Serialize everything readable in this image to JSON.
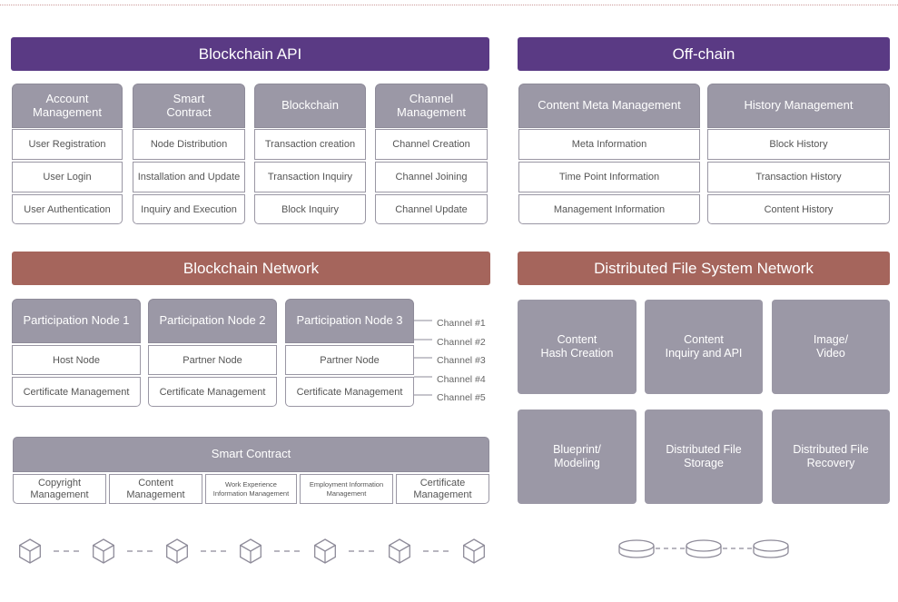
{
  "api": {
    "title": "Blockchain API",
    "columns": [
      {
        "header": "Account\nManagement",
        "items": [
          "User Registration",
          "User Login",
          "User Authentication"
        ]
      },
      {
        "header": "Smart\nContract",
        "items": [
          "Node Distribution",
          "Installation and Update",
          "Inquiry and Execution"
        ]
      },
      {
        "header": "Blockchain",
        "items": [
          "Transaction creation",
          "Transaction Inquiry",
          "Block Inquiry"
        ]
      },
      {
        "header": "Channel\nManagement",
        "items": [
          "Channel Creation",
          "Channel Joining",
          "Channel Update"
        ]
      }
    ]
  },
  "offchain": {
    "title": "Off-chain",
    "columns": [
      {
        "header": "Content Meta Management",
        "items": [
          "Meta Information",
          "Time Point Information",
          "Management Information"
        ]
      },
      {
        "header": "History Management",
        "items": [
          "Block History",
          "Transaction History",
          "Content History"
        ]
      }
    ]
  },
  "network": {
    "title": "Blockchain Network",
    "nodes": [
      {
        "header": "Participation Node 1",
        "items": [
          "Host Node",
          "Certificate Management"
        ]
      },
      {
        "header": "Participation Node 2",
        "items": [
          "Partner Node",
          "Certificate Management"
        ]
      },
      {
        "header": "Participation Node 3",
        "items": [
          "Partner Node",
          "Certificate Management"
        ]
      }
    ],
    "channels": [
      "Channel #1",
      "Channel #2",
      "Channel #3",
      "Channel #4",
      "Channel #5"
    ]
  },
  "smart_contract": {
    "title": "Smart Contract",
    "items": [
      "Copyright\nManagement",
      "Content\nManagement",
      "Work Experience\nInformation Management",
      "Employment Information\nManagement",
      "Certificate\nManagement"
    ]
  },
  "dfs": {
    "title": "Distributed File System Network",
    "tiles": [
      "Content\nHash Creation",
      "Content\nInquiry and API",
      "Image/\nVideo",
      "Blueprint/\nModeling",
      "Distributed File\nStorage",
      "Distributed File\nRecovery"
    ]
  },
  "icons": {
    "chain_block": "cube-icon",
    "storage_node": "disk-icon"
  },
  "colors": {
    "api_header": "#5a3a84",
    "network_header": "#a5655c",
    "box_gray": "#9b98a6"
  }
}
